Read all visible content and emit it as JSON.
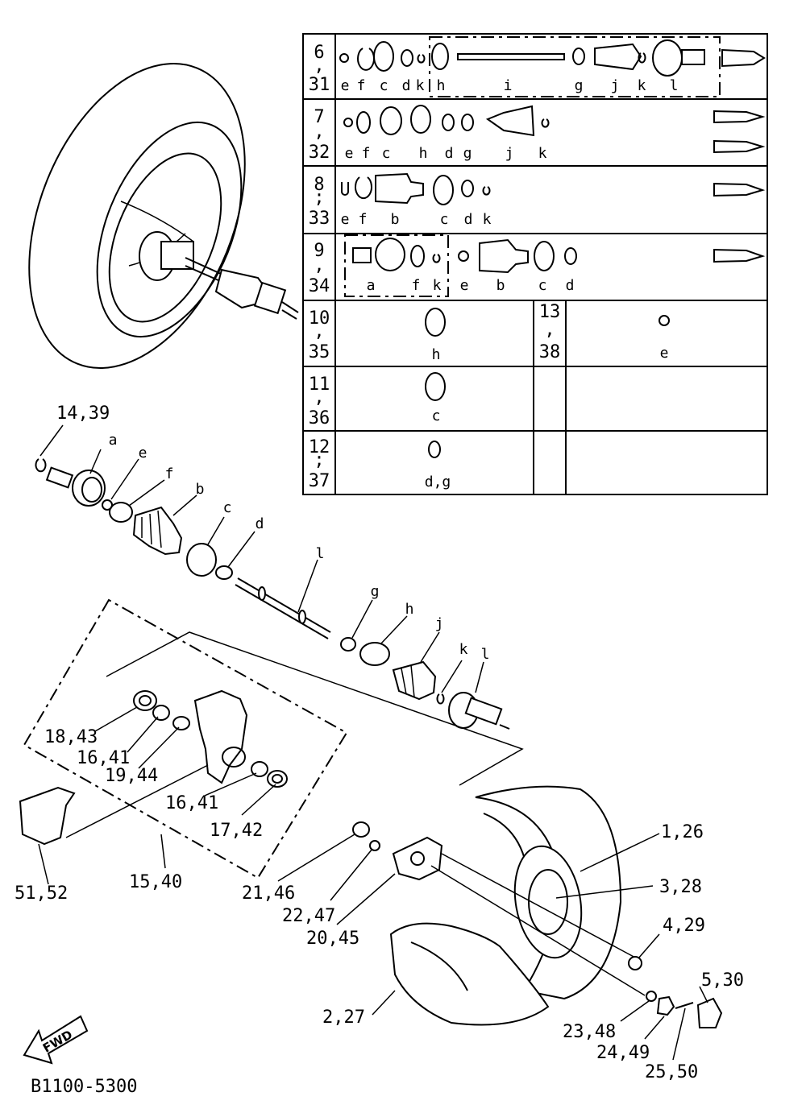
{
  "diagram_code": "B1100-5300",
  "fwd_label": "FWD",
  "callouts": {
    "c_1_26": "1,26",
    "c_2_27": "2,27",
    "c_3_28": "3,28",
    "c_4_29": "4,29",
    "c_5_30": "5,30",
    "c_14_39": "14,39",
    "c_15_40": "15,40",
    "c_16_41_a": "16,41",
    "c_16_41_b": "16,41",
    "c_17_42": "17,42",
    "c_18_43": "18,43",
    "c_19_44": "19,44",
    "c_20_45": "20,45",
    "c_21_46": "21,46",
    "c_22_47": "22,47",
    "c_23_48": "23,48",
    "c_24_49": "24,49",
    "c_25_50": "25,50",
    "c_51_52": "51,52"
  },
  "shaft_letters": {
    "a": "a",
    "e": "e",
    "f": "f",
    "b": "b",
    "c": "c",
    "d": "d",
    "i": "l",
    "g": "g",
    "h": "h",
    "j": "j",
    "k": "k",
    "l": "l"
  },
  "table": {
    "row1": {
      "top": "6",
      "sep": ",",
      "bottom": "31",
      "letters": [
        "e",
        "f",
        "c",
        "d",
        "k",
        "h",
        "i",
        "g",
        "j",
        "k",
        "l"
      ]
    },
    "row2": {
      "top": "7",
      "sep": ",",
      "bottom": "32",
      "letters": [
        "e",
        "f",
        "c",
        "h",
        "d",
        "g",
        "j",
        "k"
      ]
    },
    "row3": {
      "top": "8",
      "sep": ";",
      "bottom": "33",
      "letters": [
        "e",
        "f",
        "b",
        "c",
        "d",
        "k"
      ]
    },
    "row4": {
      "top": "9",
      "sep": ",",
      "bottom": "34",
      "letters": [
        "a",
        "f",
        "k",
        "e",
        "b",
        "c",
        "d"
      ]
    },
    "row5": {
      "top": "10",
      "sep": ",",
      "bottom": "35",
      "letter": "h",
      "top2": "13",
      "sep2": ",",
      "bottom2": "38",
      "letter2": "e"
    },
    "row6": {
      "top": "11",
      "sep": ",",
      "bottom": "36",
      "letter": "c"
    },
    "row7": {
      "top": "12",
      "sep": ";",
      "bottom": "37",
      "letter": "d,g"
    }
  }
}
